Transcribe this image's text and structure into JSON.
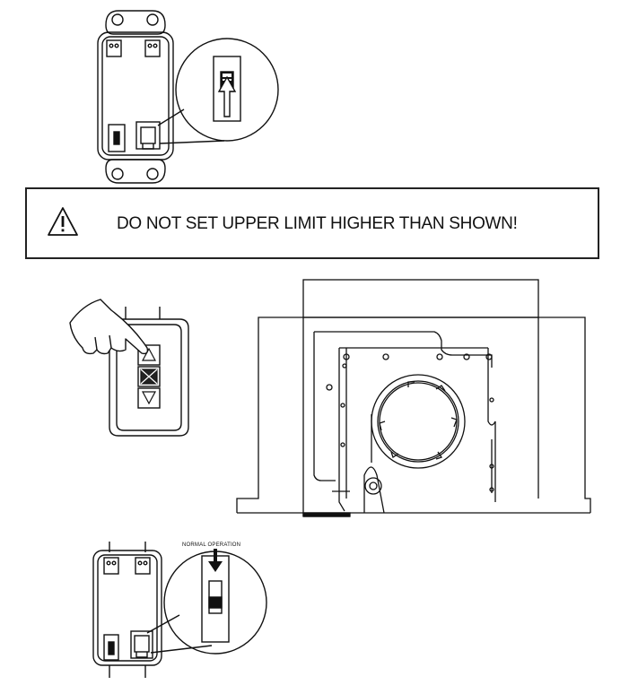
{
  "warning": {
    "icon": "warning-triangle-icon",
    "text": "DO NOT SET UPPER LIMIT HIGHER THAN SHOWN!"
  },
  "callout": {
    "normal_operation_label": "NORMAL OPERATION"
  },
  "switch_panel_top": {
    "slider_position": "up",
    "icon": "arrow-up-icon"
  },
  "button_panel": {
    "buttons": [
      "up-button",
      "stop-button",
      "down-button"
    ]
  },
  "switch_panel_bottom": {
    "slider_position": "down",
    "icon": "arrow-down-icon"
  },
  "colors": {
    "line": "#111111",
    "background": "#ffffff"
  }
}
